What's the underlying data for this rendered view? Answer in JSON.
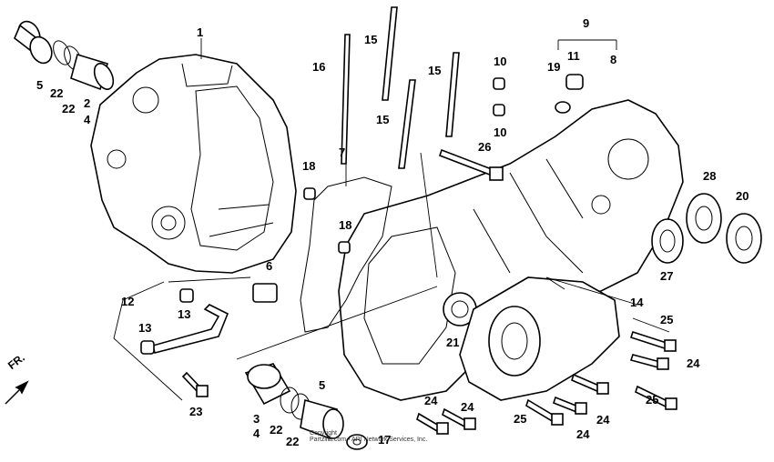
{
  "front_label": "FR.",
  "copyright": [
    "Copyright",
    "Partzilla.com • ARI Network Services, Inc."
  ],
  "callouts": [
    "1",
    "2",
    "3",
    "4",
    "5",
    "6",
    "7",
    "8",
    "9",
    "10",
    "11",
    "12",
    "13",
    "14",
    "15",
    "16",
    "17",
    "18",
    "19",
    "20",
    "21",
    "22",
    "23",
    "24",
    "25",
    "26",
    "27",
    "28"
  ]
}
